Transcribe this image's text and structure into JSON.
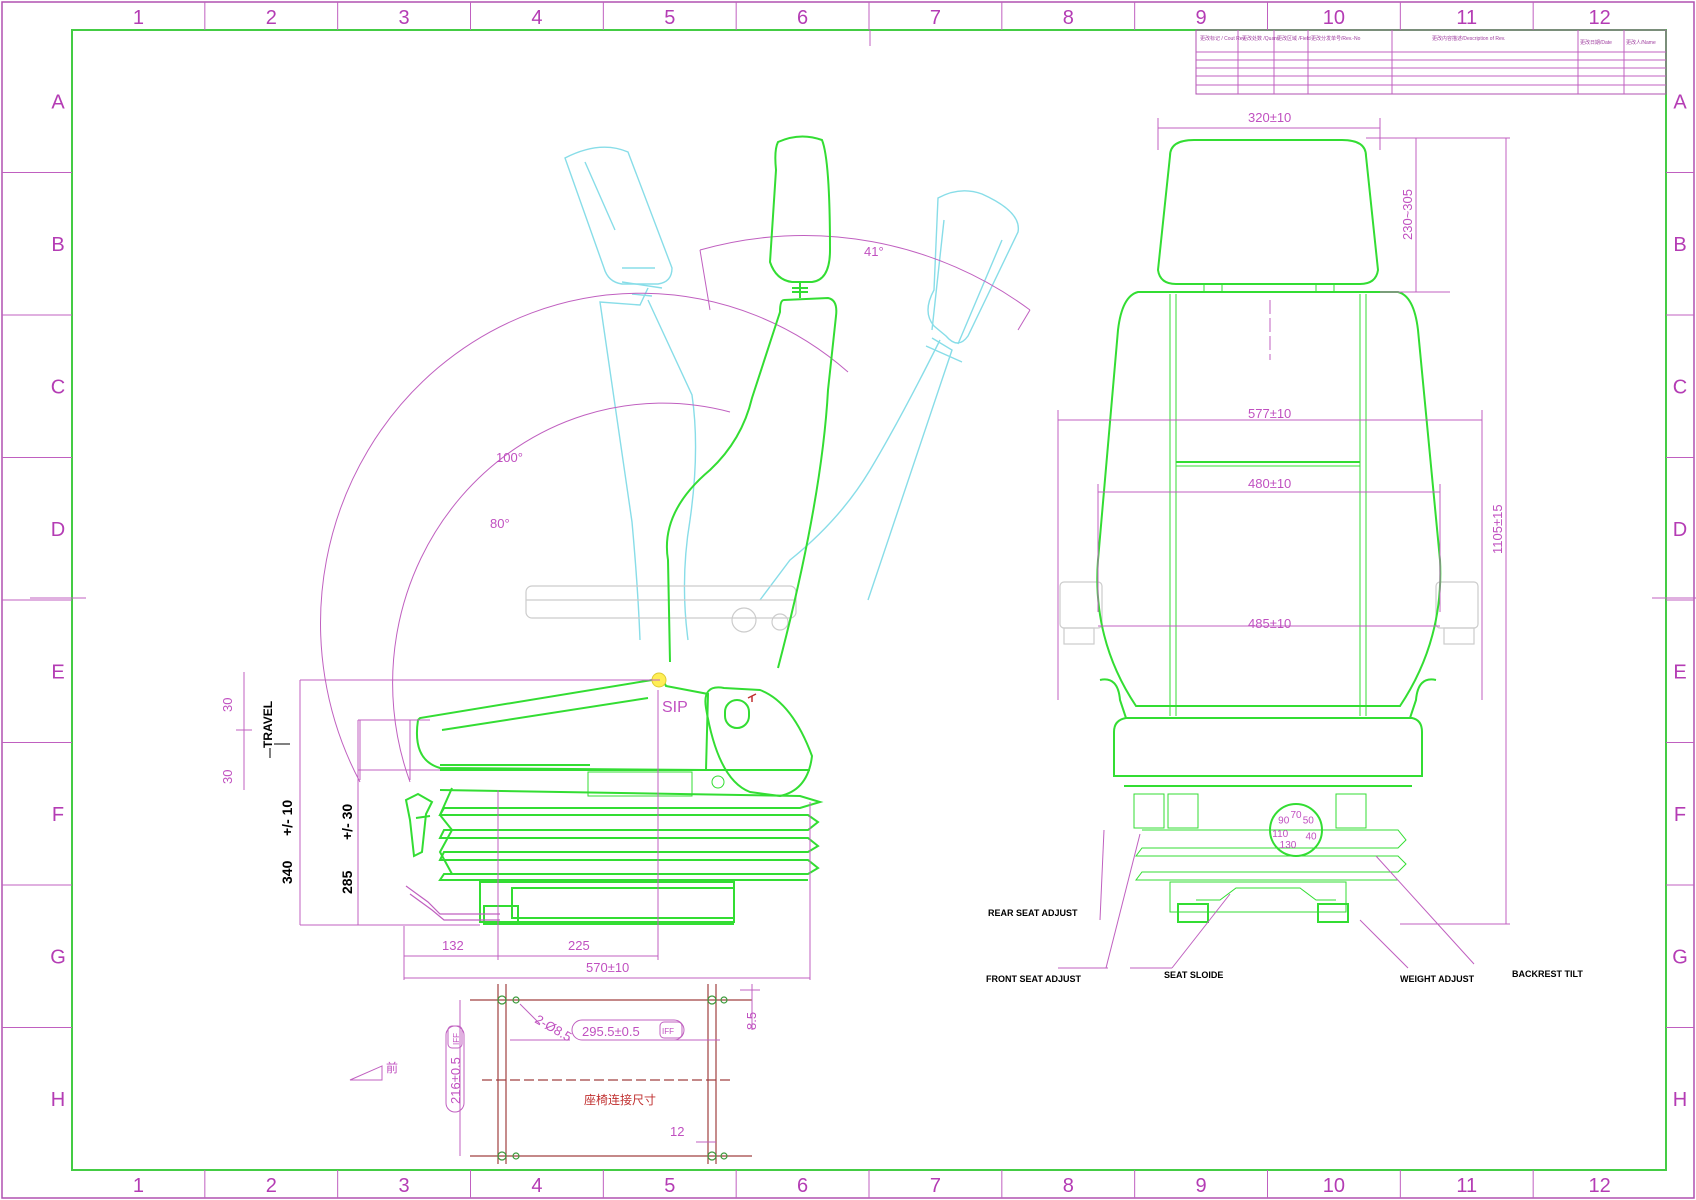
{
  "frame": {
    "columns": [
      "1",
      "2",
      "3",
      "4",
      "5",
      "6",
      "7",
      "8",
      "9",
      "10",
      "11",
      "12"
    ],
    "rows": [
      "A",
      "B",
      "C",
      "D",
      "E",
      "F",
      "G",
      "H"
    ]
  },
  "revision_table": {
    "headers": [
      "更改标记 / Cout Rev.",
      "更改处数 /Quant.",
      "更改区域 /Field",
      "更改分发单号/Rev.-No",
      "更改内容描述/Description of Rev.",
      "更改日期/Date",
      "更改人/Name"
    ]
  },
  "side_view": {
    "angle_41": "41°",
    "angle_100": "100°",
    "angle_80": "80°",
    "sip": "SIP",
    "travel": "TRAVEL",
    "travel_up": "30",
    "travel_down": "30",
    "height_340": "340",
    "tol_10": "+/-  10",
    "height_285": "285",
    "tol_30": "+/- 30",
    "dim_132": "132",
    "dim_225": "225",
    "dim_570": "570±10"
  },
  "mount_plan": {
    "holes": "2-Ø8.5",
    "width": "295.5±0.5",
    "width_flag": "IFF",
    "depth": "216±0.5",
    "depth_flag": "IFF",
    "offset_85": "8.5",
    "offset_12": "12",
    "front": "前",
    "caption": "座椅连接尺寸"
  },
  "front_view": {
    "w_320": "320±10",
    "h_230": "230~305",
    "w_577": "577±10",
    "w_480": "480±10",
    "w_485": "485±10",
    "h_1105": "1105±15",
    "weight_dial": [
      "90",
      "70",
      "50",
      "110",
      "130",
      "40"
    ]
  },
  "callouts": {
    "rear_seat": "REAR SEAT ADJUST",
    "front_seat": "FRONT SEAT ADJUST",
    "seat_slide": "SEAT SLOIDE",
    "weight": "WEIGHT ADJUST",
    "backrest": "BACKREST TILT"
  }
}
